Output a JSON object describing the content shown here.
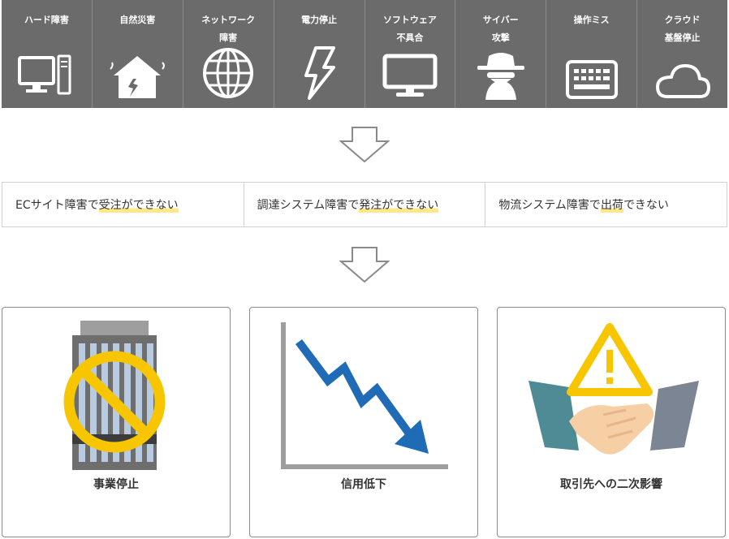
{
  "causes": [
    {
      "label": "ハード障害",
      "icon": "computer-icon"
    },
    {
      "label": "自然災害",
      "icon": "disaster-house-icon"
    },
    {
      "label": "ネットワーク\n障害",
      "icon": "globe-icon"
    },
    {
      "label": "電力停止",
      "icon": "lightning-icon"
    },
    {
      "label": "ソフトウェア\n不具合",
      "icon": "monitor-icon"
    },
    {
      "label": "サイバー\n攻撃",
      "icon": "hacker-icon"
    },
    {
      "label": "操作ミス",
      "icon": "keyboard-icon"
    },
    {
      "label": "クラウド\n基盤停止",
      "icon": "cloud-icon"
    }
  ],
  "effects": [
    {
      "pre": "ECサイト障害で",
      "highlight": "受注ができない",
      "post": ""
    },
    {
      "pre": "調達システム障害で",
      "highlight": "発注ができない",
      "post": ""
    },
    {
      "pre": "物流システム障害で",
      "highlight": "出荷",
      "post": "できない"
    }
  ],
  "results": [
    {
      "label": "事業停止",
      "icon": "building-prohibited-icon"
    },
    {
      "label": "信用低下",
      "icon": "declining-chart-icon"
    },
    {
      "label": "取引先への二次影響",
      "icon": "handshake-warning-icon"
    }
  ],
  "colors": {
    "cause_bg": "#6b6b6b",
    "highlight": "#ffe88a",
    "prohibit": "#f7c600",
    "chart_arrow": "#1f6bb5",
    "warning": "#f7c600"
  }
}
